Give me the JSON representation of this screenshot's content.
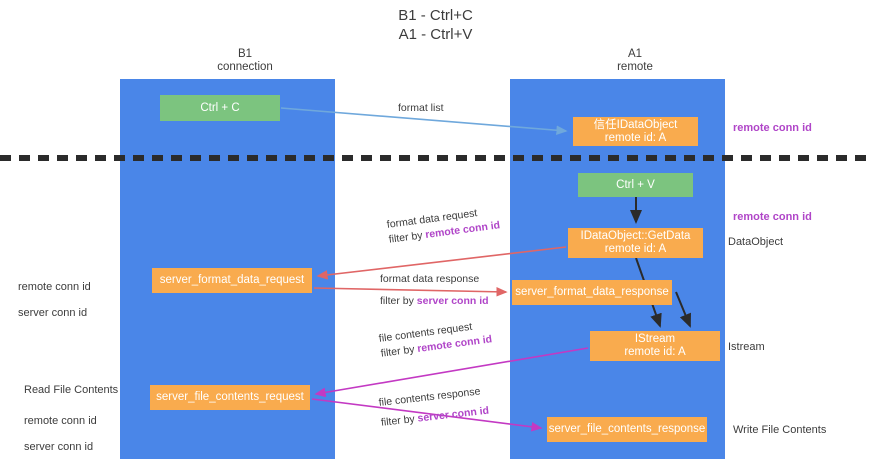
{
  "title": "B1 - Ctrl+C\nA1 - Ctrl+V",
  "columns": {
    "left": "B1\nconnection",
    "right": "A1\nremote"
  },
  "colors": {
    "lane": "#4a86e8",
    "node_green": "#7cc47f",
    "node_orange": "#f9ab4e",
    "accent_purple": "#b045c8",
    "accent_green": "#59b36a",
    "edge_blue": "#6fa8dc",
    "edge_red": "#e06666",
    "edge_magenta": "#c339c3",
    "edge_black": "#2b2b2b",
    "divider": "#2b2b2b"
  },
  "nodes": {
    "ctrl_c": "Ctrl + C",
    "format_list_dataobject": "信任IDataObject\nremote id: A",
    "ctrl_v": "Ctrl + V",
    "getdata": "IDataObject::GetData\nremote id: A",
    "server_format_data_request": "server_format_data_request",
    "server_format_data_response": "server_format_data_response",
    "istream": "IStream\nremote id: A",
    "server_file_contents_request": "server_file_contents_request",
    "server_file_contents_response": "server_file_contents_response"
  },
  "edge_labels": {
    "format_list": "format list",
    "format_data_request": "format data request",
    "format_data_request_filter_prefix": "filter by ",
    "format_data_request_filter_key": "remote conn id",
    "format_data_response": "format data response",
    "format_data_response_filter_prefix": "filter by ",
    "format_data_response_filter_key": "server conn id",
    "file_contents_request": "file contents request",
    "file_contents_request_filter_prefix": "filter by ",
    "file_contents_request_filter_key": "remote conn id",
    "file_contents_response": "file contents response",
    "file_contents_response_filter_prefix": "filter by ",
    "file_contents_response_filter_key": "server conn id"
  },
  "annotations": {
    "remote_conn_id_top": "remote conn id",
    "remote_conn_id_mid": "remote conn id",
    "dataobject": "DataObject",
    "istream": "Istream",
    "write_file_contents": "Write File Contents",
    "read_file_contents": "Read File Contents",
    "left_remote_conn_id": "remote conn id",
    "left_server_conn_id": "server conn id",
    "left_lower_remote_conn_id": "remote conn id",
    "left_lower_server_conn_id": "server conn id"
  }
}
